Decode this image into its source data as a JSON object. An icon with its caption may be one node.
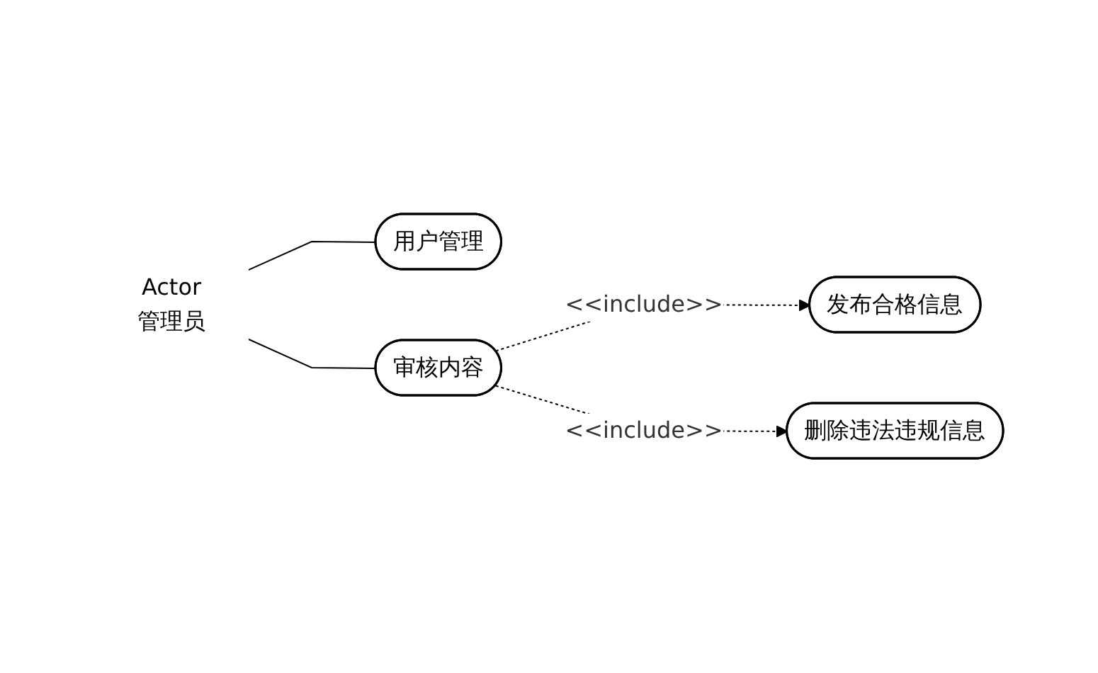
{
  "diagram": {
    "nodes": [
      {
        "text": [
          "Actor",
          "管理员"
        ]
      },
      {
        "text": [
          "用户管理"
        ]
      },
      {
        "text": [
          "审核内容"
        ]
      },
      {
        "text": [
          "发布合格信息"
        ]
      },
      {
        "text": [
          "删除违法违规信息"
        ]
      }
    ],
    "edges": [
      {
        "from": 0,
        "to": 1,
        "arrow": "none"
      },
      {
        "from": 0,
        "to": 2,
        "arrow": "none"
      },
      {
        "from": 2,
        "to": 3,
        "arrow": "to",
        "label": "<<include>>",
        "style": "dashed"
      },
      {
        "from": 2,
        "to": 4,
        "arrow": "to",
        "label": "<<include>>",
        "style": "dashed"
      }
    ]
  }
}
